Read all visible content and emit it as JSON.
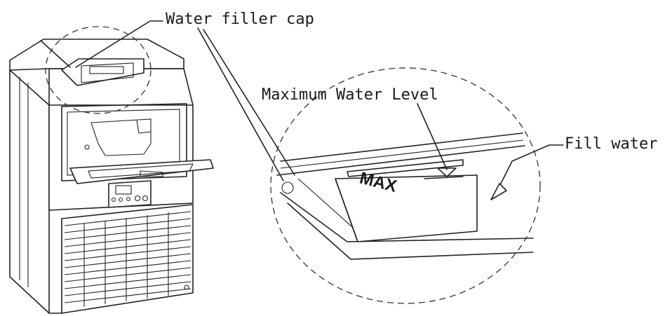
{
  "callouts": {
    "water_filler_cap": "Water filler cap",
    "maximum_water_level": "Maximum Water Level",
    "fill_water": "Fill water"
  },
  "detail": {
    "max_marking": "MAX"
  },
  "colors": {
    "line": "#222222",
    "background": "#ffffff"
  }
}
